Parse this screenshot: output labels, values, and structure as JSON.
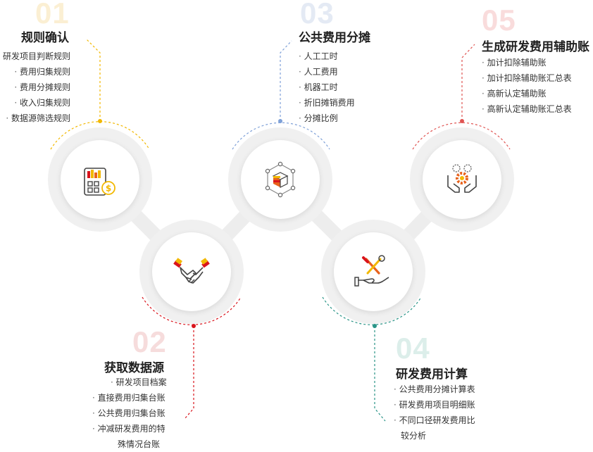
{
  "steps": [
    {
      "number": "01",
      "title": "规则确认",
      "items": [
        "研发项目判断规则",
        "费用归集规则",
        "费用分摊规则",
        "收入归集规则",
        "数据源筛选规则"
      ],
      "color": "#F2B800",
      "number_color": "#FBEFD3",
      "icon": "budget-calculator-icon"
    },
    {
      "number": "02",
      "title": "获取数据源",
      "items": [
        "研发项目档案",
        "直接费用归集台账",
        "公共费用归集台账",
        "冲减研发费用的特",
        "殊情况台账"
      ],
      "color": "#D9141C",
      "number_color": "#F6DCDC",
      "icon": "handshake-icon"
    },
    {
      "number": "03",
      "title": "公共费用分摊",
      "items": [
        "人工工时",
        "人工费用",
        "机器工时",
        "折旧摊销费用",
        "分摊比例"
      ],
      "color": "#7FA1D8",
      "number_color": "#E4EAF4",
      "icon": "cube-network-icon"
    },
    {
      "number": "04",
      "title": "研发费用计算",
      "items": [
        "公共费用分摊计算表",
        "研发费用项目明细账",
        "不同口径研发费用比",
        "较分析"
      ],
      "color": "#2A9487",
      "number_color": "#DCEEEA",
      "icon": "tools-hand-icon"
    },
    {
      "number": "05",
      "title": "生成研发费用辅助账",
      "items": [
        "加计扣除辅助账",
        "加计扣除辅助账汇总表",
        "高新认定辅助账",
        "高新认定辅助账汇总表"
      ],
      "color": "#E05452",
      "number_color": "#F9DCDC",
      "icon": "gears-hands-icon"
    }
  ]
}
